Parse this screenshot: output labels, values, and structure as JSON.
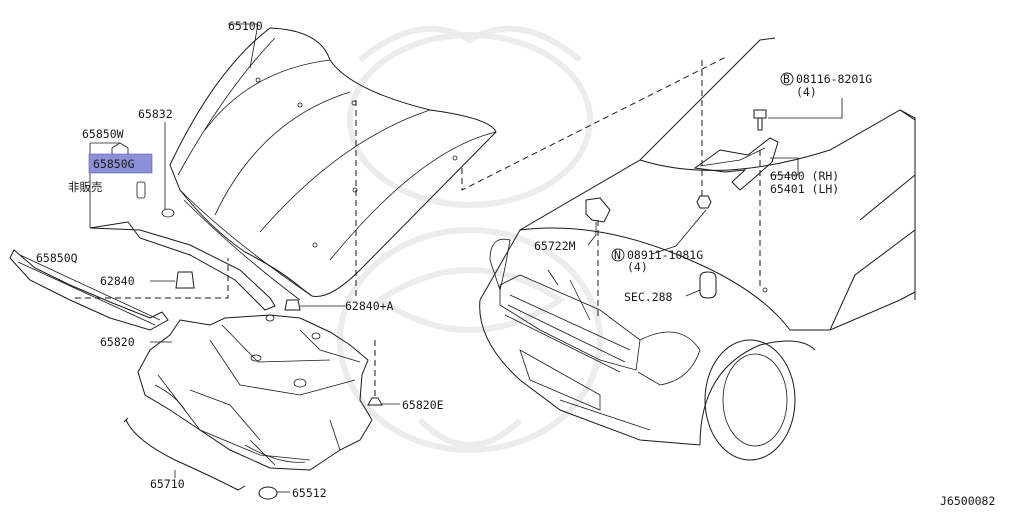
{
  "diagram": {
    "part_labels": {
      "hood": "65100",
      "hood_seal_rear": "65832",
      "hood_insulator_assy": "65850W",
      "highlighted_part": "65850G",
      "not_sold_note": "非販売",
      "front_seal": "65850Q",
      "bumper_rubber": "62840",
      "bumper_rubber_a": "62840+A",
      "hood_insulator": "65820",
      "insulator_clip": "65820E",
      "support_rod": "65710",
      "rod_grommet": "65512",
      "hood_lock_bracket": "65722M",
      "nut": "08911-1081G",
      "nut_qty": "(4)",
      "bolt": "08116-8201G",
      "bolt_qty": "(4)",
      "hinge_rh": "65400 (RH)",
      "hinge_lh": "65401 (LH)",
      "section_ref": "SEC.288"
    },
    "circle_markers": {
      "bolt": "B",
      "nut": "N"
    },
    "figure_code": "J6500082",
    "highlight_color": "#8c90d8"
  }
}
